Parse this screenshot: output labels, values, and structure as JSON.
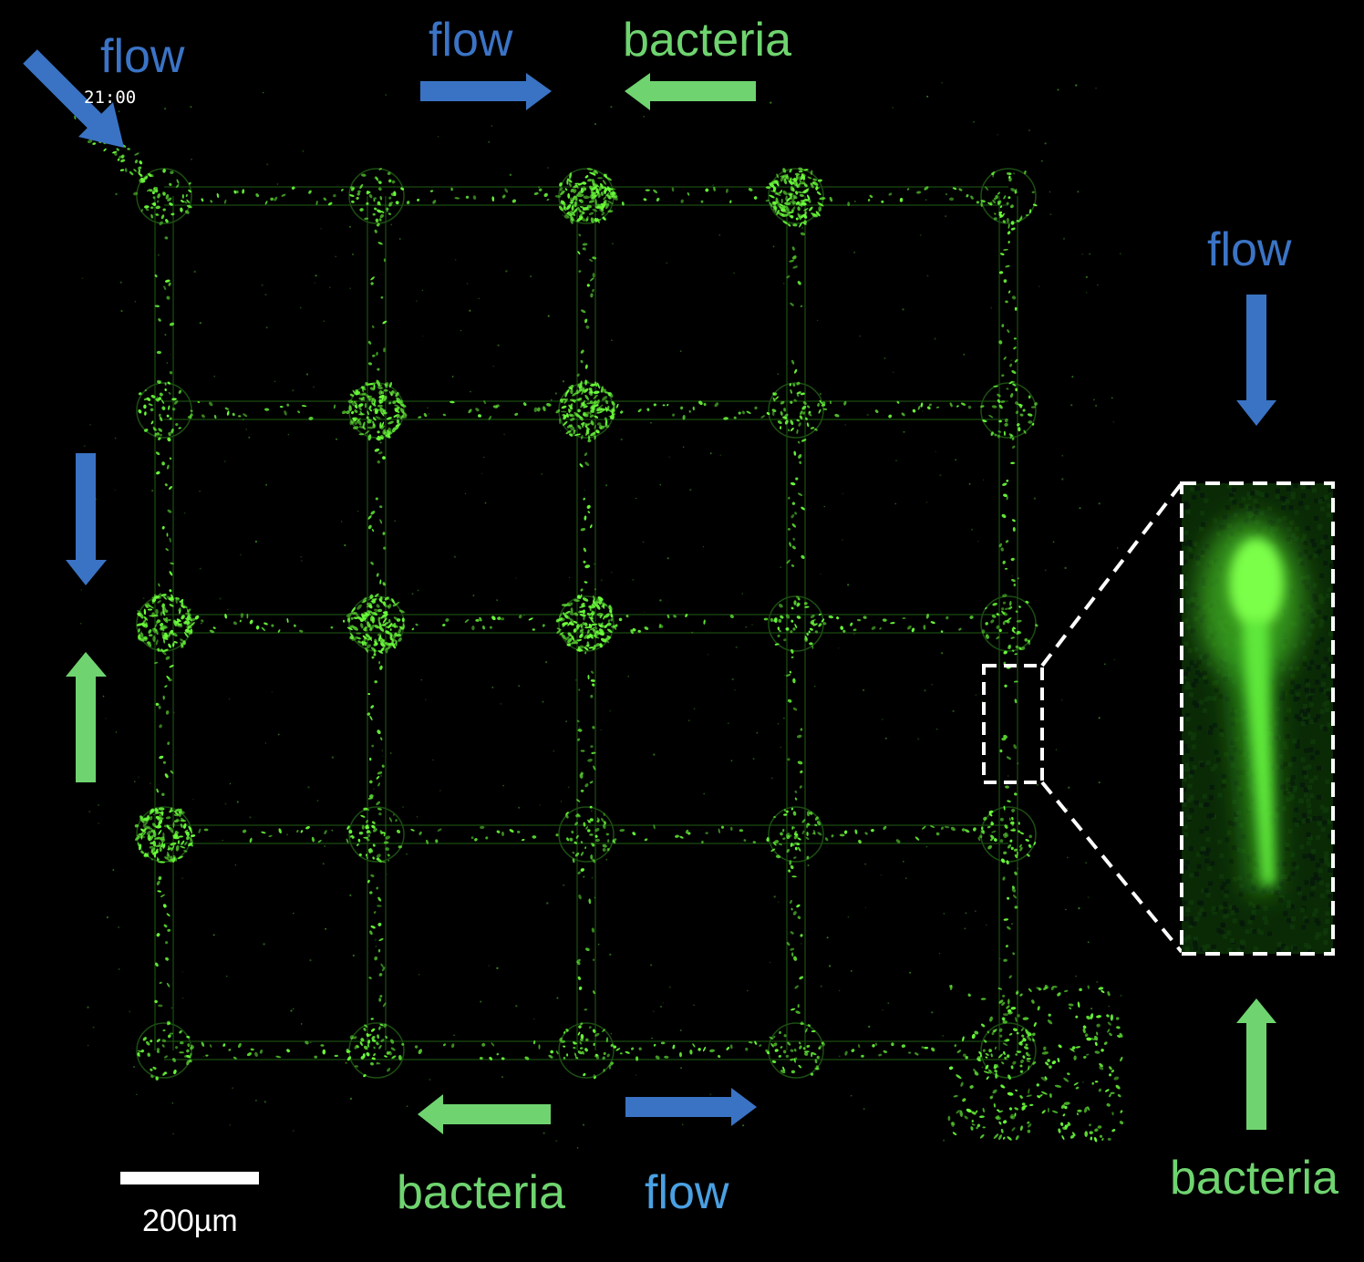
{
  "colors": {
    "background": "#000000",
    "flow": "#3a73c4",
    "flow_text": "#3b74c6",
    "flow_text_light": "#4aa0e2",
    "bacteria": "#6fd46f",
    "fluorescence": "#6cff3c",
    "frame": "#ffffff"
  },
  "timestamp": "21:00",
  "scale_bar": {
    "label": "200µm"
  },
  "annotations": {
    "top_left_flow": "flow",
    "top_flow": "flow",
    "top_bacteria": "bacteria",
    "right_flow": "flow",
    "right_bacteria": "bacteria",
    "bottom_bacteria": "bacteria",
    "bottom_flow": "flow"
  },
  "micrograph": {
    "description_icon": "fluorescence-micrograph",
    "grid_rows": 5,
    "grid_cols": 5
  },
  "inset": {
    "icon": "zoom-inset-bacterium"
  }
}
